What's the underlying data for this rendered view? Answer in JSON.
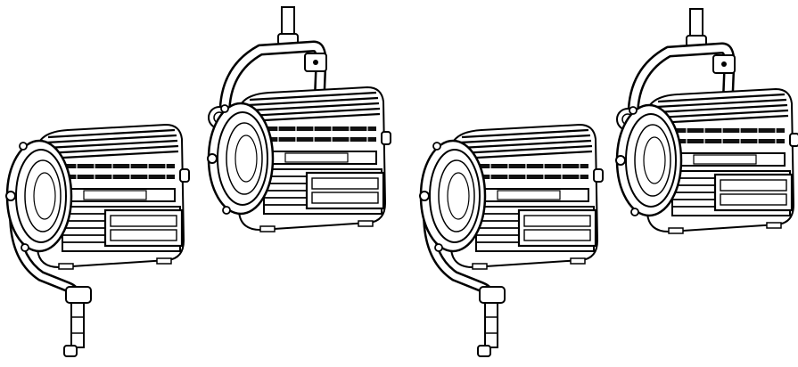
{
  "figure": {
    "items": [
      {
        "id": "fixture-1",
        "mount": "stand-below",
        "icon": "fresnel-light-icon"
      },
      {
        "id": "fixture-2",
        "mount": "hanging-above",
        "icon": "fresnel-light-icon"
      },
      {
        "id": "fixture-3",
        "mount": "stand-below",
        "icon": "fresnel-light-icon"
      },
      {
        "id": "fixture-4",
        "mount": "hanging-above",
        "icon": "fresnel-light-icon"
      }
    ]
  },
  "colors": {
    "line": "#000000",
    "fill": "#ffffff",
    "shade": "#1a1a1a"
  }
}
